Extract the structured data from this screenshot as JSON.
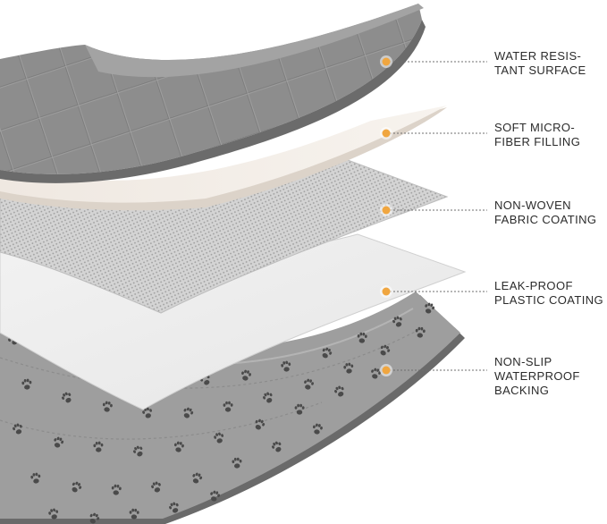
{
  "accent_color": "#f0a640",
  "layers": [
    {
      "name": "water-resistant-surface",
      "lines": [
        "WATER RESIS-",
        "TANT SURFACE"
      ]
    },
    {
      "name": "soft-microfiber-filling",
      "lines": [
        "SOFT MICRO-",
        "FIBER FILLING"
      ]
    },
    {
      "name": "non-woven-fabric-coating",
      "lines": [
        "NON-WOVEN",
        "FABRIC COATING"
      ]
    },
    {
      "name": "leak-proof-plastic-coating",
      "lines": [
        "LEAK-PROOF",
        "PLASTIC COATING"
      ]
    },
    {
      "name": "non-slip-waterproof-backing",
      "lines": [
        "NON-SLIP",
        "WATERPROOF",
        "BACKING"
      ]
    }
  ]
}
